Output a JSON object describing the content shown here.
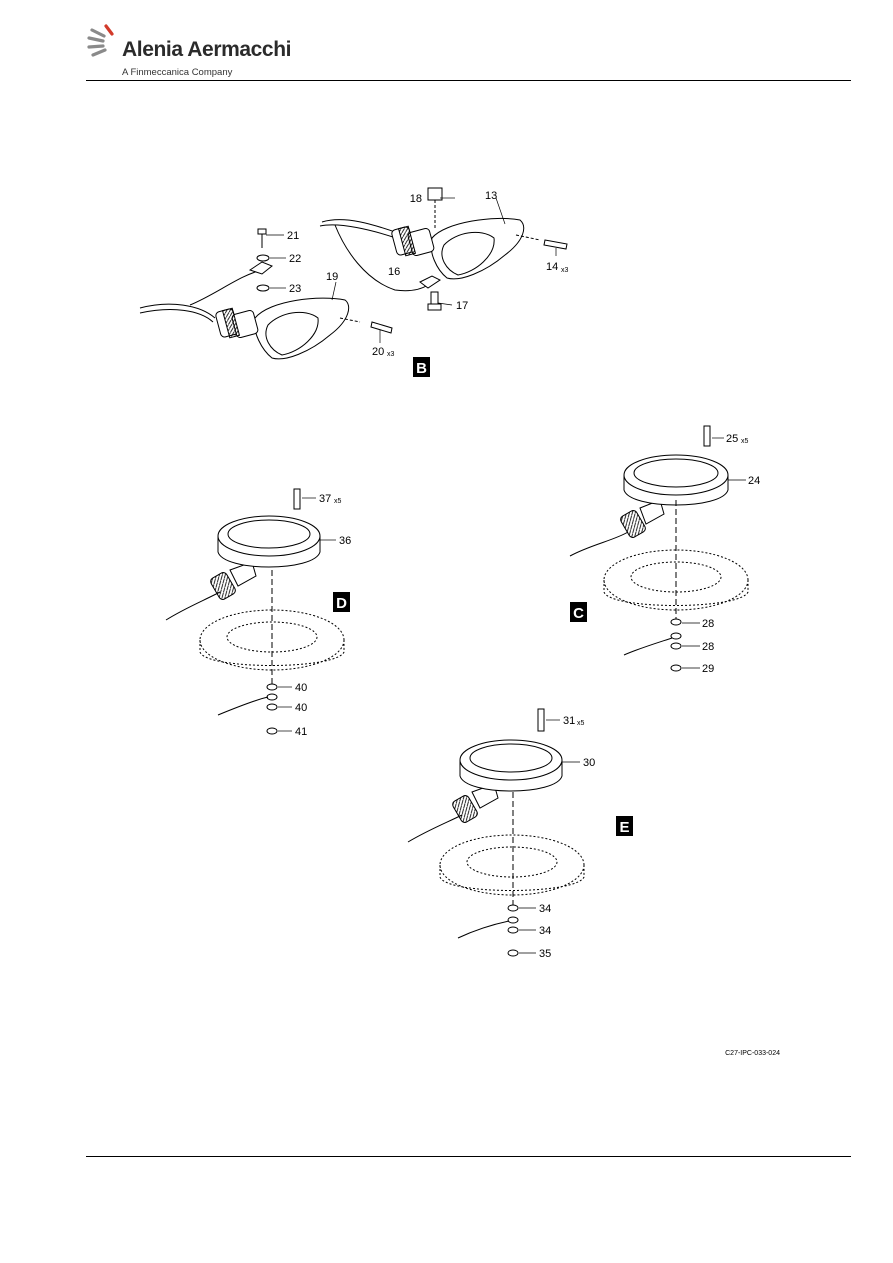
{
  "header": {
    "brand_name": "Alenia Aermacchi",
    "brand_sub": "A Finmeccanica Company"
  },
  "figure": {
    "reference": "C27-IPC-033-024",
    "views": {
      "b": "B",
      "c": "C",
      "d": "D",
      "e": "E"
    },
    "callouts": {
      "c13": "13",
      "c14": "14",
      "c14q": "x3",
      "c16": "16",
      "c17": "17",
      "c18": "18",
      "c19": "19",
      "c20": "20",
      "c20q": "x3",
      "c21": "21",
      "c22": "22",
      "c23": "23",
      "c24": "24",
      "c25": "25",
      "c25q": "x5",
      "c28a": "28",
      "c28b": "28",
      "c29": "29",
      "c30": "30",
      "c31": "31",
      "c31q": "x5",
      "c34a": "34",
      "c34b": "34",
      "c35": "35",
      "c36": "36",
      "c37": "37",
      "c37q": "x5",
      "c40a": "40",
      "c40b": "40",
      "c41": "41"
    }
  }
}
